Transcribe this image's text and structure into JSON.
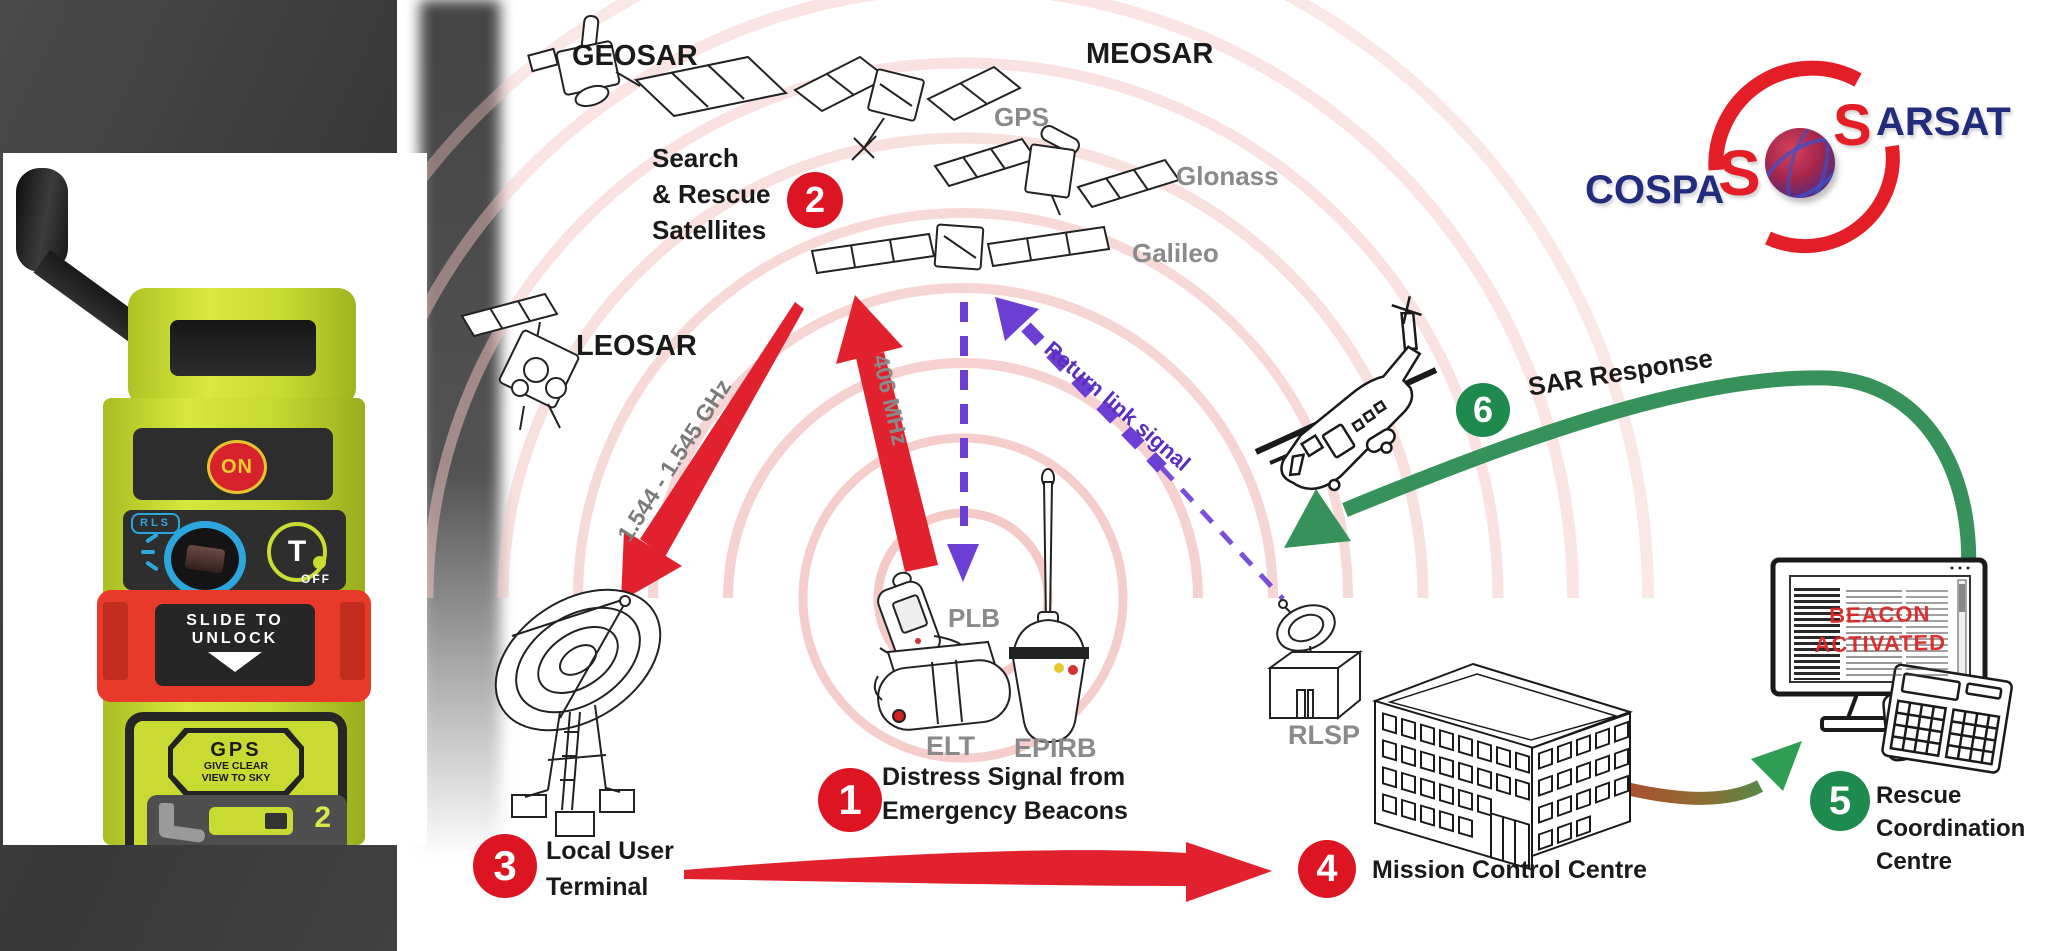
{
  "photo": {
    "on": "ON",
    "rls": "RLS",
    "t": "T",
    "off": "OFF",
    "slide_line1": "SLIDE TO",
    "slide_line2": "UNLOCK",
    "gps": "GPS",
    "gps_line1": "GIVE CLEAR",
    "gps_line2": "VIEW TO SKY",
    "panel_number": "2"
  },
  "logo": {
    "cospa": "COSPA",
    "s_left": "S",
    "s_right": "S",
    "arsat": "ARSAT"
  },
  "satellites": {
    "geosar": "GEOSAR",
    "meosar": "MEOSAR",
    "leosar": "LEOSAR",
    "gps": "GPS",
    "glonass": "Glonass",
    "galileo": "Galileo"
  },
  "beacons": {
    "plb": "PLB",
    "elt": "ELT",
    "epirb": "EPIRB"
  },
  "ground": {
    "rlsp": "RLSP"
  },
  "links": {
    "downlink": "1.544 - 1.545 GHz",
    "uplink": "406 MHz",
    "return_link": "Return link signal"
  },
  "steps": {
    "s1": {
      "num": "1",
      "line1": "Distress Signal from",
      "line2": "Emergency Beacons"
    },
    "s2": {
      "num": "2",
      "line1": "Search",
      "line2": "& Rescue",
      "line3": "Satellites"
    },
    "s3": {
      "num": "3",
      "line1": "Local User",
      "line2": "Terminal"
    },
    "s4": {
      "num": "4",
      "label": "Mission Control Centre"
    },
    "s5": {
      "num": "5",
      "line1": "Rescue",
      "line2": "Coordination",
      "line3": "Centre"
    },
    "s6": {
      "num": "6",
      "label": "SAR Response"
    }
  },
  "screen": {
    "alert_line1": "BEACON",
    "alert_line2": "ACTIVATED"
  },
  "colors": {
    "accent_red": "#E2212F",
    "badge_red": "#DD1522",
    "accent_green": "#36915B",
    "badge_green": "#1E8A4D",
    "purple": "#6B3FD4",
    "label_gray": "#8A8A8A",
    "beacon_lime": "#C7D831",
    "logo_blue": "#212C7D",
    "logo_red": "#E41E26",
    "signal_pink": "#F3C6C3"
  }
}
